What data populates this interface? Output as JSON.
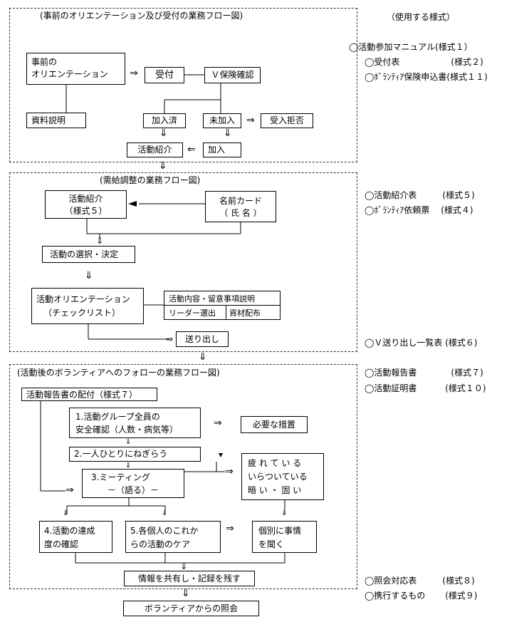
{
  "sections": {
    "s1_title": "(事前のオリエンテーション及び受付の業務フロー図)",
    "s2_title": "(需給調整の業務フロー図)",
    "s3_title": "(活動後のボランティアへのフォローの業務フロー図)"
  },
  "flow1": {
    "orientation_line1": "事前の",
    "orientation_line2": "オリエンテーション",
    "reception": "受付",
    "insurance_check": "Ｖ保険確認",
    "materials": "資料説明",
    "enrolled": "加入済",
    "not_enrolled": "未加入",
    "refuse": "受入拒否",
    "activity_intro": "活動紹介",
    "join": "加入"
  },
  "flow2": {
    "intro_line1": "活動紹介",
    "intro_line2": "（様式５）",
    "namecard_line1": "名前カード",
    "namecard_line2": "（ 氏 名 ）",
    "select": "活動の選択・決定",
    "orient_line1": "活動オリエンテーション",
    "orient_line2": "（チェックリスト）",
    "content_note": "活動内容・留意事項説明",
    "leader": "リーダー選出",
    "equipment": "資材配布",
    "send_off": "送り出し"
  },
  "flow3": {
    "report_dist": "活動報告書の配付（様式７）",
    "step1_line1": "1.活動グループ全員の",
    "step1_line2": "安全確認（人数・病気等）",
    "needed": "必要な措置",
    "step2": "2.一人ひとりにねぎらう",
    "step3_line1": "3.ミーティング",
    "step3_line2": "－（語る）－",
    "tired1": "疲 れ て い る",
    "tired2": "いらついている",
    "tired3": "暗 い ・ 固 い",
    "step4_line1": "4.活動の達成",
    "step4_line2": "度の確認",
    "step5_line1": "5.各個人のこれか",
    "step5_line2": "らの活動のケア",
    "individual_line1": "個別に事情",
    "individual_line2": "を聞く",
    "share": "情報を共有し・記録を残す",
    "inquiry": "ボランティアからの照会"
  },
  "arrows": {
    "double": "⇒",
    "double_left": "⇐",
    "double_down": "⇓"
  },
  "side": {
    "header": "（使用する様式）",
    "f1": "◯活動参加マニュアル(様式１）",
    "f2": "◯受付表　　　　　　(様式２)",
    "f3": "◯ﾎﾞﾗﾝﾃｨｱ保険申込書(様式１１)",
    "f4": "◯活動紹介表　　　(様式５)",
    "f5": "◯ﾎﾞﾗﾝﾃｨｱ依頼票　 (様式４)",
    "f6": "◯Ｖ送り出し一覧表 (様式６)",
    "f7": "◯活動報告書　　　　(様式７)",
    "f8": "◯活動証明書　　　 (様式１０)",
    "f9": "◯照会対応表　　　(様式８)",
    "f10": "◯携行するもの　　 (様式９)"
  }
}
